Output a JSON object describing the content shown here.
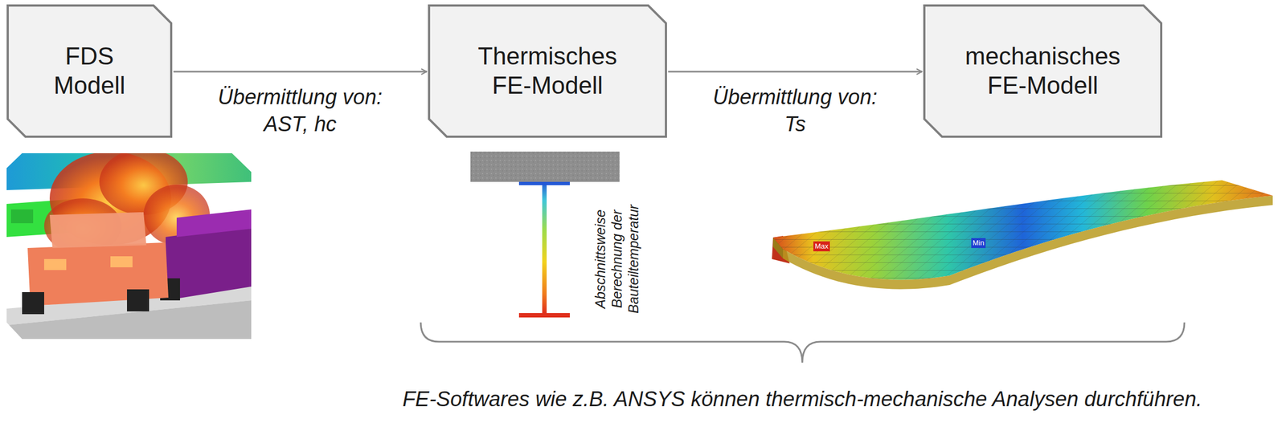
{
  "diagram": {
    "nodes": [
      {
        "text": [
          "FDS Modell"
        ]
      },
      {
        "text": [
          "Thermisches FE-Modell"
        ]
      },
      {
        "text": [
          "mechanisches FE-Modell"
        ]
      }
    ],
    "edges": [
      {
        "from": 0,
        "to": 1,
        "label": "Übermittlung von: AST, hc",
        "arrow": "to"
      },
      {
        "from": 1,
        "to": 2,
        "label": "Übermittlung von: Ts",
        "arrow": "to"
      }
    ],
    "labels": [
      "Abschnittsweise Berechnung der Bauteiltemperatur",
      "Max",
      "Min",
      "FE-Softwares wie z.B. ANSYS können thermisch-mechanische Analysen durchführen."
    ]
  }
}
